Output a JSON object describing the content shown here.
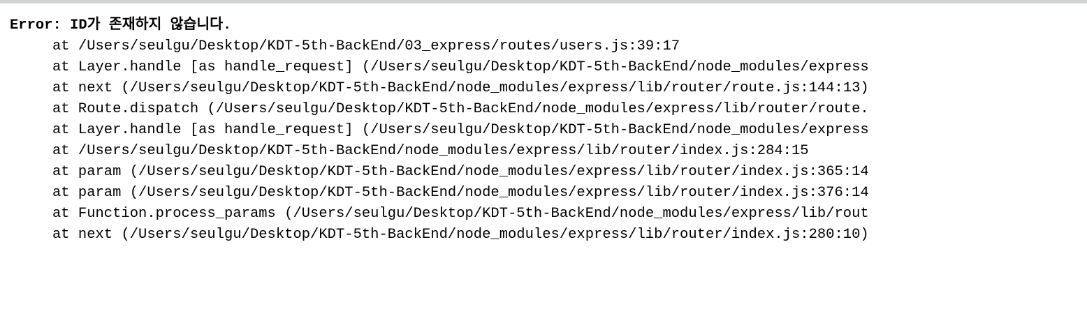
{
  "terminal": {
    "background_color": "#ffffff",
    "text_color": "#000000",
    "top_strip_color": "#d2d3d5",
    "error_message": "Error: ID가 존재하지 않습니다.",
    "stack_frames": [
      "at /Users/seulgu/Desktop/KDT-5th-BackEnd/03_express/routes/users.js:39:17",
      "at Layer.handle [as handle_request] (/Users/seulgu/Desktop/KDT-5th-BackEnd/node_modules/express",
      "at next (/Users/seulgu/Desktop/KDT-5th-BackEnd/node_modules/express/lib/router/route.js:144:13)",
      "at Route.dispatch (/Users/seulgu/Desktop/KDT-5th-BackEnd/node_modules/express/lib/router/route.",
      "at Layer.handle [as handle_request] (/Users/seulgu/Desktop/KDT-5th-BackEnd/node_modules/express",
      "at /Users/seulgu/Desktop/KDT-5th-BackEnd/node_modules/express/lib/router/index.js:284:15",
      "at param (/Users/seulgu/Desktop/KDT-5th-BackEnd/node_modules/express/lib/router/index.js:365:14",
      "at param (/Users/seulgu/Desktop/KDT-5th-BackEnd/node_modules/express/lib/router/index.js:376:14",
      "at Function.process_params (/Users/seulgu/Desktop/KDT-5th-BackEnd/node_modules/express/lib/rout",
      "at next (/Users/seulgu/Desktop/KDT-5th-BackEnd/node_modules/express/lib/router/index.js:280:10)"
    ]
  }
}
